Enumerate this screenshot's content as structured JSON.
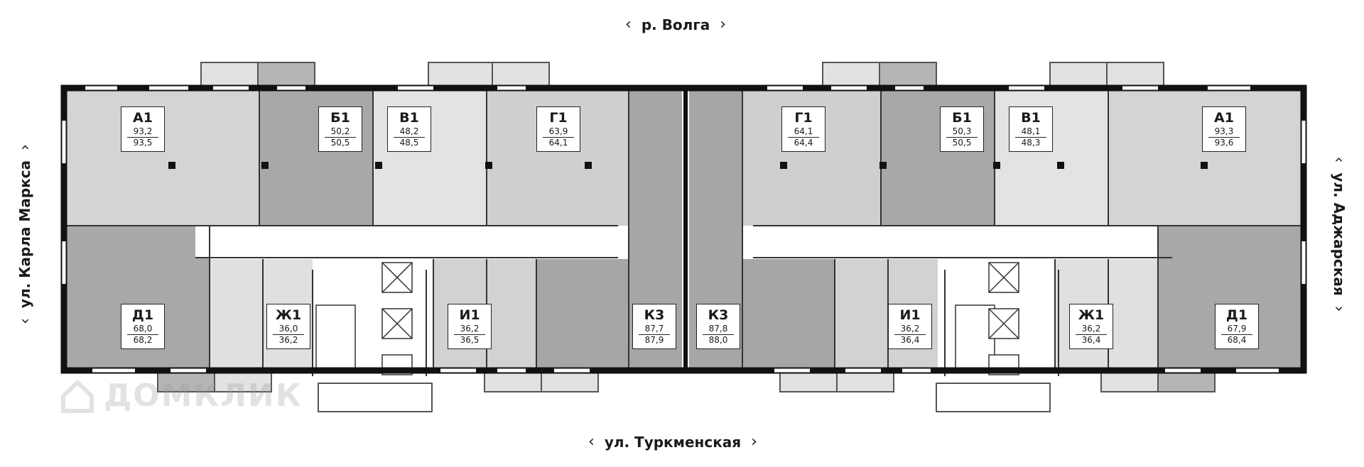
{
  "streets": {
    "top": "р. Волга",
    "bottom": "ул. Туркменская",
    "left": "ул. Карла Маркса",
    "right": "ул. Аджарская"
  },
  "watermark": "ДОМКЛИК",
  "apartments": [
    {
      "code": "А1",
      "area1": "93,2",
      "area2": "93,5"
    },
    {
      "code": "Б1",
      "area1": "50,2",
      "area2": "50,5"
    },
    {
      "code": "В1",
      "area1": "48,2",
      "area2": "48,5"
    },
    {
      "code": "Г1",
      "area1": "63,9",
      "area2": "64,1"
    },
    {
      "code": "Г1",
      "area1": "64,1",
      "area2": "64,4"
    },
    {
      "code": "Б1",
      "area1": "50,3",
      "area2": "50,5"
    },
    {
      "code": "В1",
      "area1": "48,1",
      "area2": "48,3"
    },
    {
      "code": "А1",
      "area1": "93,3",
      "area2": "93,6"
    },
    {
      "code": "Д1",
      "area1": "68,0",
      "area2": "68,2"
    },
    {
      "code": "Ж1",
      "area1": "36,0",
      "area2": "36,2"
    },
    {
      "code": "И1",
      "area1": "36,2",
      "area2": "36,5"
    },
    {
      "code": "К3",
      "area1": "87,7",
      "area2": "87,9"
    },
    {
      "code": "К3",
      "area1": "87,8",
      "area2": "88,0"
    },
    {
      "code": "И1",
      "area1": "36,2",
      "area2": "36,4"
    },
    {
      "code": "Ж1",
      "area1": "36,2",
      "area2": "36,4"
    },
    {
      "code": "Д1",
      "area1": "67,9",
      "area2": "68,4"
    }
  ],
  "colors": {
    "light": "#d4d4d4",
    "medium": "#bdbdbd",
    "dark": "#a6a6a6",
    "corridor": "#ffffff",
    "wall": "#111111"
  }
}
